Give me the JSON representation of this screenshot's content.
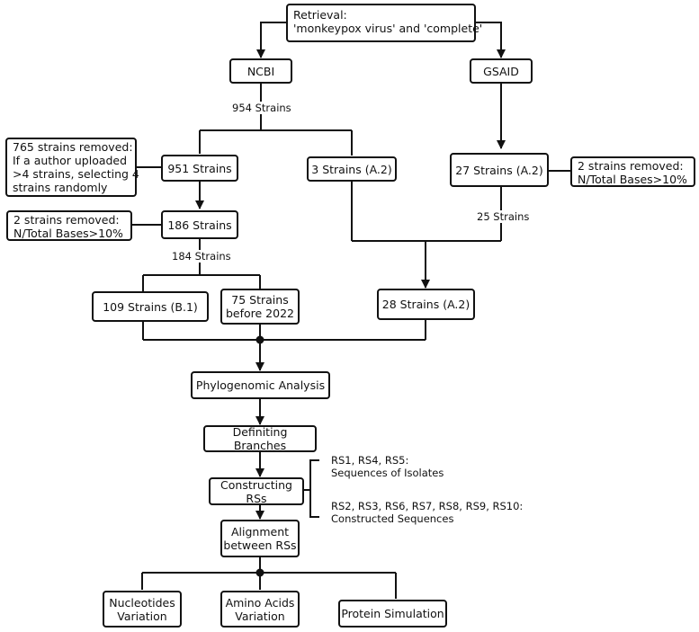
{
  "retrieval": {
    "line1": "Retrieval:",
    "line2": "'monkeypox virus' and 'complete'"
  },
  "ncbi": "NCBI",
  "gsaid": "GSAID",
  "label_954": "954 Strains",
  "removed_765": {
    "line1": "765 strains removed:",
    "line2": "If a author uploaded",
    "line3": ">4 strains, selecting 4",
    "line4": "strains randomly"
  },
  "strains_951": "951 Strains",
  "strains_3_a2": "3 Strains (A.2)",
  "strains_27_a2": "27 Strains  (A.2)",
  "removed_2_gsaid": {
    "line1": "2 strains removed:",
    "line2": "N/Total Bases>10%"
  },
  "label_25": "25 Strains",
  "removed_2_ncbi": {
    "line1": "2 strains removed:",
    "line2": "N/Total Bases>10%"
  },
  "strains_186": "186 Strains",
  "label_184": "184 Strains",
  "strains_109_b1": "109 Strains (B.1)",
  "strains_75": {
    "line1": "75 Strains",
    "line2": "before 2022"
  },
  "strains_28_a2": "28 Strains (A.2)",
  "phylogenomic": "Phylogenomic Analysis",
  "defining": "Definiting Branches",
  "constructing": "Constructing RSs",
  "alignment": {
    "line1": "Alignment",
    "line2": "between RSs"
  },
  "note_isolates": {
    "line1": "RS1, RS4, RS5:",
    "line2": "Sequences of Isolates"
  },
  "note_constructed": {
    "line1": "RS2, RS3, RS6, RS7, RS8, RS9, RS10:",
    "line2": "Constructed Sequences"
  },
  "nucleotides": {
    "line1": "Nucleotides",
    "line2": "Variation"
  },
  "amino_acids": {
    "line1": "Amino Acids",
    "line2": "Variation"
  },
  "protein": "Protein Simulation"
}
